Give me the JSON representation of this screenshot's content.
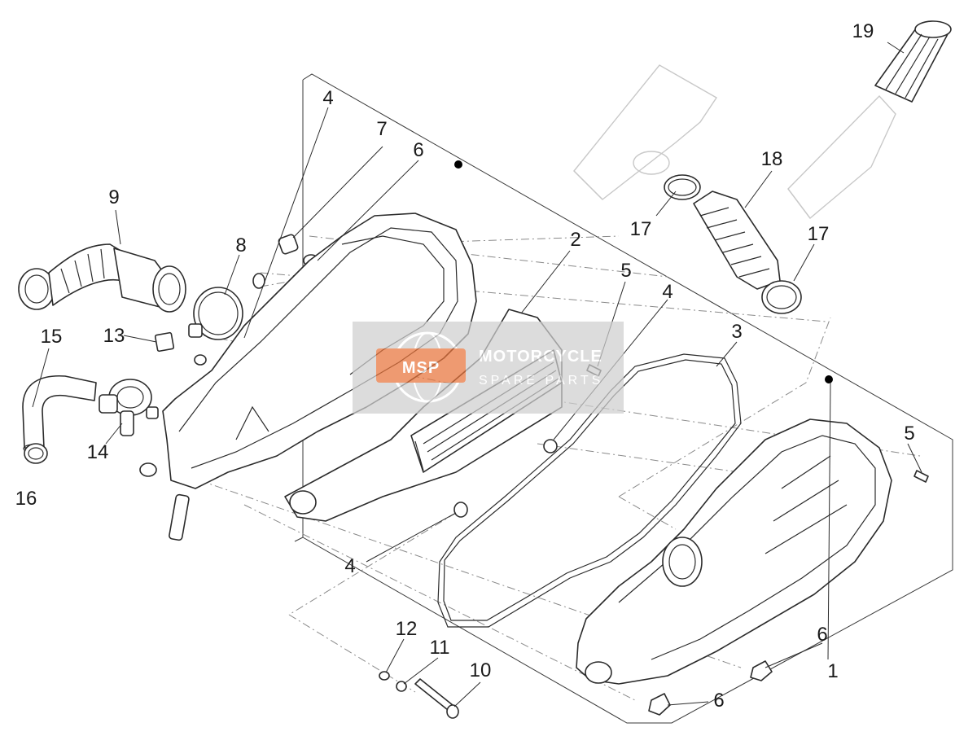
{
  "callouts": [
    "1",
    "2",
    "3",
    "4",
    "4",
    "4",
    "5",
    "5",
    "6",
    "6",
    "6",
    "7",
    "8",
    "9",
    "10",
    "11",
    "12",
    "13",
    "14",
    "15",
    "16",
    "17",
    "17",
    "18",
    "19"
  ],
  "watermark": {
    "badge": "MSP",
    "line1": "MOTORCYCLE",
    "line2": "SPARE PARTS",
    "color": "#e8743b"
  }
}
